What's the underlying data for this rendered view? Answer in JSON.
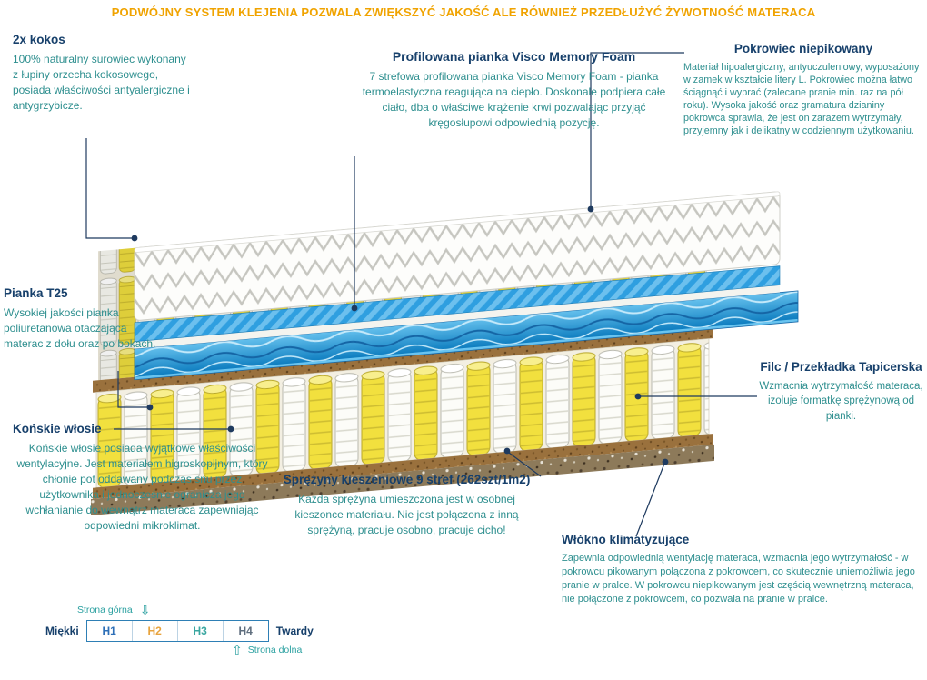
{
  "banner": {
    "text": "PODWÓJNY SYSTEM KLEJENIA POZWALA ZWIĘKSZYĆ JAKOŚĆ ALE RÓWNIEŻ PRZEDŁUŻYĆ ŻYWOTNOŚĆ MATERACA"
  },
  "callouts": {
    "kokos": {
      "title": "2x kokos",
      "body": "100% naturalny surowiec wykonany z łupiny orzecha kokosowego, posiada właściwości antyalergiczne i antygrzybicze."
    },
    "visco": {
      "title": "Profilowana pianka Visco Memory Foam",
      "body": "7 strefowa profilowana pianka Visco Memory Foam - pianka termoelastyczna reagująca na ciepło.  Doskonale podpiera całe ciało, dba o właściwe krążenie krwi pozwalając przyjąć kręgosłupowi odpowiednią pozycję."
    },
    "pokrowiec": {
      "title": "Pokrowiec niepikowany",
      "body": "Materiał hipoalergiczny, antyuczuleniowy, wyposażony w zamek w kształcie litery L. Pokrowiec można łatwo ściągnąć i wyprać (zalecane pranie min.  raz na pół roku). Wysoka jakość oraz gramatura dzianiny pokrowca sprawia, że jest on zarazem wytrzymały, przyjemny jak i delikatny w codziennym użytkowaniu."
    },
    "pianka_t25": {
      "title": "Pianka T25",
      "body": "Wysokiej jakości pianka poliuretanowa otaczająca materac z dołu oraz po bokach."
    },
    "filc": {
      "title": "Filc / Przekładka Tapicerska",
      "body": "Wzmacnia wytrzymałość materaca, izoluje formatkę sprężynową od pianki."
    },
    "konskie": {
      "title": "Końskie włosie",
      "body": "Końskie włosie posiada wyjątkowe właściwości wentylacyjne. Jest materiałem higroskopijnym, który chłonie pot oddawany podczas snu przez użytkownika i jednocześnie ogranicza jego wchłanianie do wewnątrz materaca zapewniając odpowiedni mikroklimat."
    },
    "sprezyny": {
      "title": "Sprężyny kieszeniowe 9 stref (262szt/1m2)",
      "body": "Każda sprężyna umieszczona jest w osobnej kieszonce materiału. Nie jest połączona z inną sprężyną, pracuje osobno, pracuje cicho!"
    },
    "wlokno": {
      "title": "Włókno klimatyzujące",
      "body": "Zapewnia odpowiednią wentylację materaca, wzmacnia jego wytrzymałość - w pokrowcu pikowanym połączona z pokrowcem, co skutecznie uniemożliwia jego pranie w pralce. W pokrowcu niepikowanym jest częścią wewnętrzną materaca, nie połączone z pokrowcem, co pozwala na pranie w pralce."
    }
  },
  "scale": {
    "top_label": "Strona górna",
    "bottom_label": "Strona dolna",
    "soft": "Miękki",
    "hard": "Twardy",
    "levels": [
      {
        "label": "H1",
        "color": "#2d6fb7"
      },
      {
        "label": "H2",
        "color": "#e8a33d"
      },
      {
        "label": "H3",
        "color": "#3aa6a0"
      },
      {
        "label": "H4",
        "color": "#5f6e7e"
      }
    ]
  },
  "colors": {
    "banner_text": "#f0a300",
    "heading": "#17406b",
    "body_text": "#2e8f8f",
    "connector_line": "#1e3a5f",
    "spring_yellow": "#f2e03e",
    "layer_blue": "#2f9fe0",
    "coir_brown": "#9a713d"
  },
  "icons": {
    "arrow_down": "⇩",
    "arrow_up": "⇧"
  }
}
